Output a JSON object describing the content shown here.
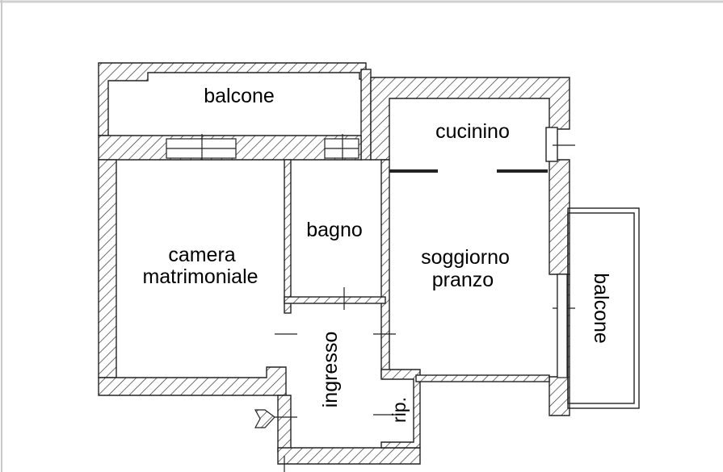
{
  "rooms": {
    "balcony_top": "balcone",
    "kitchenette": "cucinino",
    "bathroom": "bagno",
    "bedroom_line1": "camera",
    "bedroom_line2": "matrimoniale",
    "living_line1": "soggiorno",
    "living_line2": "pranzo",
    "entrance": "ingresso",
    "storage": "rip.",
    "balcony_right": "balcone"
  }
}
